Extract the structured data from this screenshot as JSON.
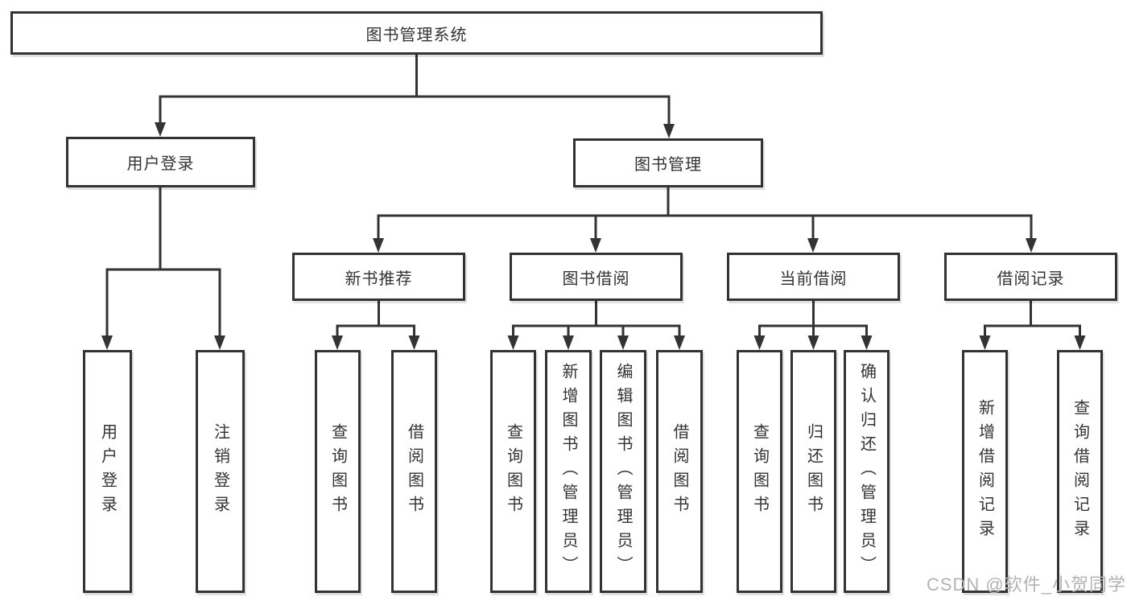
{
  "colors": {
    "line": "#333333",
    "box_border": "#333333",
    "box_fill": "#ffffff",
    "text": "#333333",
    "watermark": "#b3b3b3"
  },
  "watermark": "CSDN @软件_小贺同学",
  "tree": {
    "root": {
      "label": "图书管理系统"
    },
    "branches": [
      {
        "label": "用户登录",
        "children": [
          {
            "label": "用户登录"
          },
          {
            "label": "注销登录"
          }
        ]
      },
      {
        "label": "图书管理",
        "children": [
          {
            "label": "新书推荐",
            "children": [
              {
                "label": "查询图书"
              },
              {
                "label": "借阅图书"
              }
            ]
          },
          {
            "label": "图书借阅",
            "children": [
              {
                "label": "查询图书"
              },
              {
                "label": "新增图书（管理员）"
              },
              {
                "label": "编辑图书（管理员）"
              },
              {
                "label": "借阅图书"
              }
            ]
          },
          {
            "label": "当前借阅",
            "children": [
              {
                "label": "查询图书"
              },
              {
                "label": "归还图书"
              },
              {
                "label": "确认归还（管理员）"
              }
            ]
          },
          {
            "label": "借阅记录",
            "children": [
              {
                "label": "新增借阅记录"
              },
              {
                "label": "查询借阅记录"
              }
            ]
          }
        ]
      }
    ]
  }
}
